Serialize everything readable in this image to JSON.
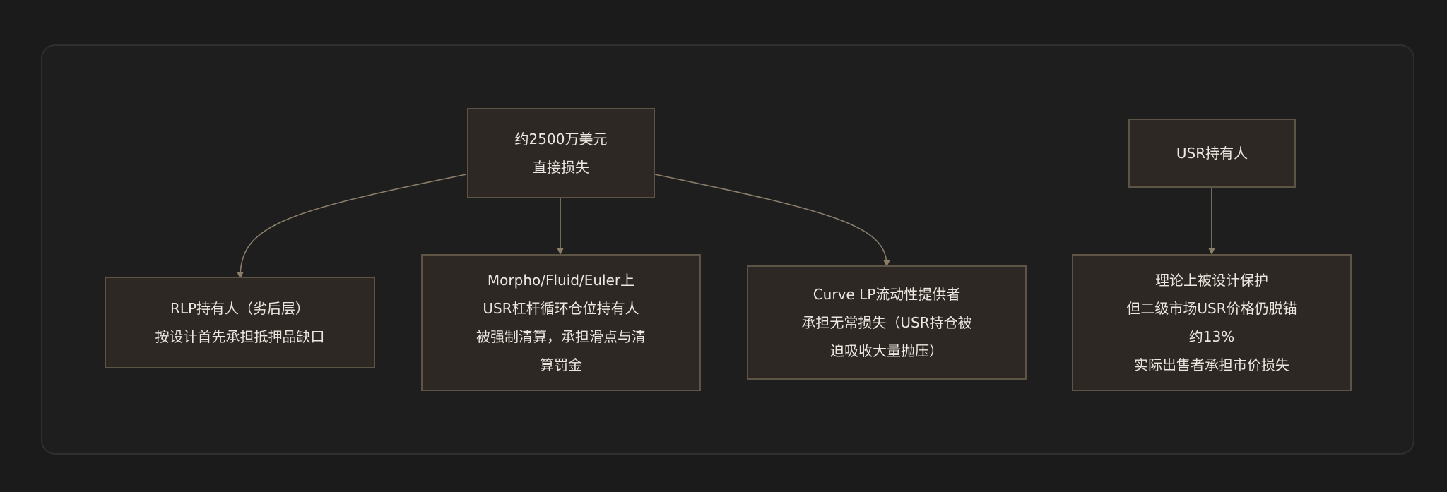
{
  "diagram": {
    "nodes": {
      "root": {
        "lines": [
          "约2500万美元",
          "直接损失"
        ]
      },
      "rlp": {
        "lines": [
          "RLP持有人（劣后层）",
          "按设计首先承担抵押品缺口"
        ]
      },
      "leverage": {
        "lines": [
          "Morpho/Fluid/Euler上",
          "USR杠杆循环仓位持有人",
          "被强制清算，承担滑点与清",
          "算罚金"
        ]
      },
      "curve": {
        "lines": [
          "Curve LP流动性提供者",
          "承担无常损失（USR持仓被",
          "迫吸收大量抛压）"
        ]
      },
      "usr_holders": {
        "lines": [
          "USR持有人"
        ]
      },
      "usr_outcome": {
        "lines": [
          "理论上被设计保护",
          "但二级市场USR价格仍脱锚",
          "约13%",
          "实际出售者承担市价损失"
        ]
      }
    },
    "edges": [
      {
        "from": "root",
        "to": "rlp"
      },
      {
        "from": "root",
        "to": "leverage"
      },
      {
        "from": "root",
        "to": "curve"
      },
      {
        "from": "usr_holders",
        "to": "usr_outcome"
      }
    ],
    "colors": {
      "background": "#1b1b1c",
      "panel": "#1e1e1f",
      "node_fill": "#2d2823",
      "node_border": "#5d5446",
      "edge": "#8a7e69",
      "text": "#ece8e1"
    }
  }
}
